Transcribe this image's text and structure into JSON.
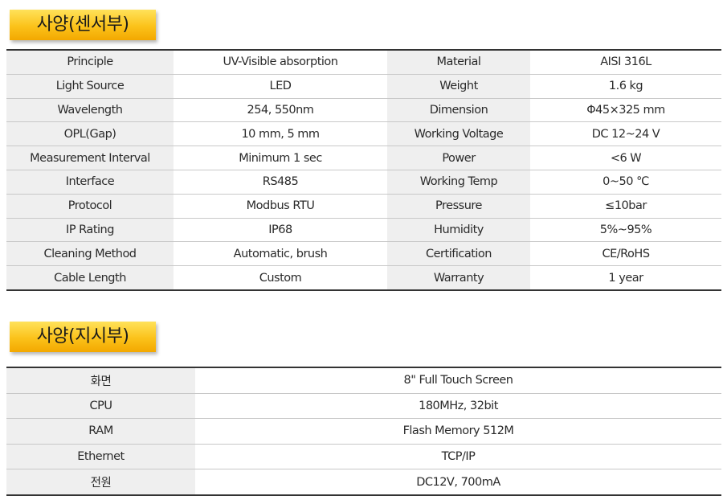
{
  "sensor_section": {
    "title": "사양(센서부)",
    "rows": [
      [
        "Principle",
        "UV-Visible absorption",
        "Material",
        "AISI 316L"
      ],
      [
        "Light Source",
        "LED",
        "Weight",
        "1.6 kg"
      ],
      [
        "Wavelength",
        "254, 550nm",
        "Dimension",
        "Φ45×325 mm"
      ],
      [
        "OPL(Gap)",
        "10 mm, 5 mm",
        "Working Voltage",
        "DC 12~24 V"
      ],
      [
        "Measurement Interval",
        "Minimum 1 sec",
        "Power",
        "<6 W"
      ],
      [
        "Interface",
        "RS485",
        "Working Temp",
        "0~50 ℃"
      ],
      [
        "Protocol",
        "Modbus RTU",
        "Pressure",
        "≤10bar"
      ],
      [
        "IP Rating",
        "IP68",
        "Humidity",
        "5%~95%"
      ],
      [
        "Cleaning Method",
        "Automatic, brush",
        "Certification",
        "CE/RoHS"
      ],
      [
        "Cable Length",
        "Custom",
        "Warranty",
        "1 year"
      ]
    ]
  },
  "display_section": {
    "title": "사양(지시부)",
    "rows": [
      [
        "화면",
        "8\" Full Touch Screen"
      ],
      [
        "CPU",
        "180MHz, 32bit"
      ],
      [
        "RAM",
        "Flash Memory 512M"
      ],
      [
        "Ethernet",
        "TCP/IP"
      ],
      [
        "전원",
        "DC12V, 700mA"
      ]
    ]
  }
}
